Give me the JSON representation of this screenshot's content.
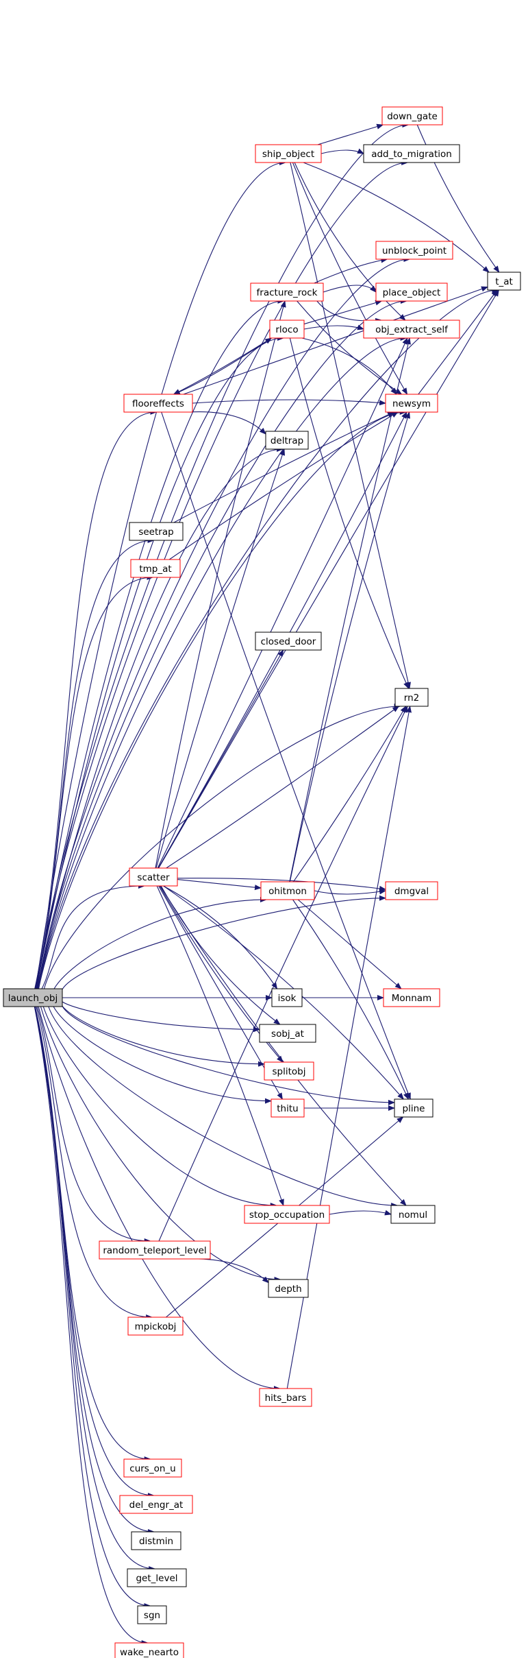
{
  "root": "launch_obj",
  "colors": {
    "edge": "#191970",
    "linked_border": "#ff0000",
    "plain_border": "#000000",
    "root_fill": "#bfbfbf",
    "node_fill": "#ffffff",
    "text": "#000000"
  },
  "nodes": [
    {
      "id": "launch_obj",
      "label": "launch_obj",
      "kind": "root"
    },
    {
      "id": "down_gate",
      "label": "down_gate",
      "kind": "linked"
    },
    {
      "id": "ship_object",
      "label": "ship_object",
      "kind": "linked"
    },
    {
      "id": "add_to_migration",
      "label": "add_to_migration",
      "kind": "plain"
    },
    {
      "id": "unblock_point",
      "label": "unblock_point",
      "kind": "linked"
    },
    {
      "id": "t_at",
      "label": "t_at",
      "kind": "plain"
    },
    {
      "id": "fracture_rock",
      "label": "fracture_rock",
      "kind": "linked"
    },
    {
      "id": "place_object",
      "label": "place_object",
      "kind": "linked"
    },
    {
      "id": "rloco",
      "label": "rloco",
      "kind": "linked"
    },
    {
      "id": "obj_extract_self",
      "label": "obj_extract_self",
      "kind": "linked"
    },
    {
      "id": "flooreffects",
      "label": "flooreffects",
      "kind": "linked"
    },
    {
      "id": "newsym",
      "label": "newsym",
      "kind": "linked"
    },
    {
      "id": "deltrap",
      "label": "deltrap",
      "kind": "plain"
    },
    {
      "id": "seetrap",
      "label": "seetrap",
      "kind": "plain"
    },
    {
      "id": "tmp_at",
      "label": "tmp_at",
      "kind": "linked"
    },
    {
      "id": "closed_door",
      "label": "closed_door",
      "kind": "plain"
    },
    {
      "id": "rn2",
      "label": "rn2",
      "kind": "plain"
    },
    {
      "id": "scatter",
      "label": "scatter",
      "kind": "linked"
    },
    {
      "id": "ohitmon",
      "label": "ohitmon",
      "kind": "linked"
    },
    {
      "id": "dmgval",
      "label": "dmgval",
      "kind": "linked"
    },
    {
      "id": "Monnam",
      "label": "Monnam",
      "kind": "linked"
    },
    {
      "id": "isok",
      "label": "isok",
      "kind": "plain"
    },
    {
      "id": "sobj_at",
      "label": "sobj_at",
      "kind": "plain"
    },
    {
      "id": "splitobj",
      "label": "splitobj",
      "kind": "linked"
    },
    {
      "id": "thitu",
      "label": "thitu",
      "kind": "linked"
    },
    {
      "id": "pline",
      "label": "pline",
      "kind": "plain"
    },
    {
      "id": "stop_occupation",
      "label": "stop_occupation",
      "kind": "linked"
    },
    {
      "id": "nomul",
      "label": "nomul",
      "kind": "plain"
    },
    {
      "id": "random_teleport_level",
      "label": "random_teleport_level",
      "kind": "linked"
    },
    {
      "id": "depth",
      "label": "depth",
      "kind": "plain"
    },
    {
      "id": "mpickobj",
      "label": "mpickobj",
      "kind": "linked"
    },
    {
      "id": "hits_bars",
      "label": "hits_bars",
      "kind": "linked"
    },
    {
      "id": "curs_on_u",
      "label": "curs_on_u",
      "kind": "linked"
    },
    {
      "id": "del_engr_at",
      "label": "del_engr_at",
      "kind": "linked"
    },
    {
      "id": "distmin",
      "label": "distmin",
      "kind": "plain"
    },
    {
      "id": "get_level",
      "label": "get_level",
      "kind": "plain"
    },
    {
      "id": "sgn",
      "label": "sgn",
      "kind": "plain"
    },
    {
      "id": "wake_nearto",
      "label": "wake_nearto",
      "kind": "linked"
    }
  ],
  "edges": [
    [
      "launch_obj",
      "down_gate"
    ],
    [
      "launch_obj",
      "ship_object"
    ],
    [
      "launch_obj",
      "add_to_migration"
    ],
    [
      "launch_obj",
      "unblock_point"
    ],
    [
      "launch_obj",
      "t_at"
    ],
    [
      "launch_obj",
      "fracture_rock"
    ],
    [
      "launch_obj",
      "place_object"
    ],
    [
      "launch_obj",
      "rloco"
    ],
    [
      "launch_obj",
      "obj_extract_self"
    ],
    [
      "launch_obj",
      "flooreffects"
    ],
    [
      "launch_obj",
      "newsym"
    ],
    [
      "launch_obj",
      "deltrap"
    ],
    [
      "launch_obj",
      "seetrap"
    ],
    [
      "launch_obj",
      "tmp_at"
    ],
    [
      "launch_obj",
      "rn2"
    ],
    [
      "launch_obj",
      "scatter"
    ],
    [
      "launch_obj",
      "ohitmon"
    ],
    [
      "launch_obj",
      "isok"
    ],
    [
      "launch_obj",
      "sobj_at"
    ],
    [
      "launch_obj",
      "splitobj"
    ],
    [
      "launch_obj",
      "thitu"
    ],
    [
      "launch_obj",
      "Monnam"
    ],
    [
      "launch_obj",
      "dmgval"
    ],
    [
      "launch_obj",
      "stop_occupation"
    ],
    [
      "launch_obj",
      "random_teleport_level"
    ],
    [
      "launch_obj",
      "depth"
    ],
    [
      "launch_obj",
      "pline"
    ],
    [
      "launch_obj",
      "mpickobj"
    ],
    [
      "launch_obj",
      "hits_bars"
    ],
    [
      "launch_obj",
      "nomul"
    ],
    [
      "launch_obj",
      "curs_on_u"
    ],
    [
      "launch_obj",
      "del_engr_at"
    ],
    [
      "launch_obj",
      "distmin"
    ],
    [
      "launch_obj",
      "get_level"
    ],
    [
      "launch_obj",
      "sgn"
    ],
    [
      "launch_obj",
      "wake_nearto"
    ],
    [
      "down_gate",
      "t_at"
    ],
    [
      "ship_object",
      "down_gate"
    ],
    [
      "ship_object",
      "add_to_migration"
    ],
    [
      "ship_object",
      "t_at"
    ],
    [
      "ship_object",
      "obj_extract_self"
    ],
    [
      "ship_object",
      "newsym"
    ],
    [
      "ship_object",
      "rn2"
    ],
    [
      "fracture_rock",
      "unblock_point"
    ],
    [
      "fracture_rock",
      "place_object"
    ],
    [
      "fracture_rock",
      "obj_extract_self"
    ],
    [
      "fracture_rock",
      "newsym"
    ],
    [
      "rloco",
      "place_object"
    ],
    [
      "rloco",
      "obj_extract_self"
    ],
    [
      "rloco",
      "newsym"
    ],
    [
      "rloco",
      "rn2"
    ],
    [
      "rloco",
      "flooreffects"
    ],
    [
      "flooreffects",
      "t_at"
    ],
    [
      "flooreffects",
      "newsym"
    ],
    [
      "flooreffects",
      "deltrap"
    ],
    [
      "flooreffects",
      "rloco"
    ],
    [
      "flooreffects",
      "pline"
    ],
    [
      "newsym",
      "t_at"
    ],
    [
      "seetrap",
      "newsym"
    ],
    [
      "tmp_at",
      "newsym"
    ],
    [
      "scatter",
      "fracture_rock"
    ],
    [
      "scatter",
      "deltrap"
    ],
    [
      "scatter",
      "closed_door"
    ],
    [
      "scatter",
      "obj_extract_self"
    ],
    [
      "scatter",
      "newsym"
    ],
    [
      "scatter",
      "rn2"
    ],
    [
      "scatter",
      "t_at"
    ],
    [
      "scatter",
      "ohitmon"
    ],
    [
      "scatter",
      "dmgval"
    ],
    [
      "scatter",
      "isok"
    ],
    [
      "scatter",
      "sobj_at"
    ],
    [
      "scatter",
      "splitobj"
    ],
    [
      "scatter",
      "thitu"
    ],
    [
      "scatter",
      "stop_occupation"
    ],
    [
      "scatter",
      "pline"
    ],
    [
      "scatter",
      "nomul"
    ],
    [
      "ohitmon",
      "dmgval"
    ],
    [
      "ohitmon",
      "Monnam"
    ],
    [
      "ohitmon",
      "pline"
    ],
    [
      "ohitmon",
      "rn2"
    ],
    [
      "ohitmon",
      "newsym"
    ],
    [
      "ohitmon",
      "obj_extract_self"
    ],
    [
      "thitu",
      "pline"
    ],
    [
      "stop_occupation",
      "nomul"
    ],
    [
      "random_teleport_level",
      "depth"
    ],
    [
      "random_teleport_level",
      "rn2"
    ],
    [
      "mpickobj",
      "pline"
    ],
    [
      "hits_bars",
      "rn2"
    ]
  ]
}
